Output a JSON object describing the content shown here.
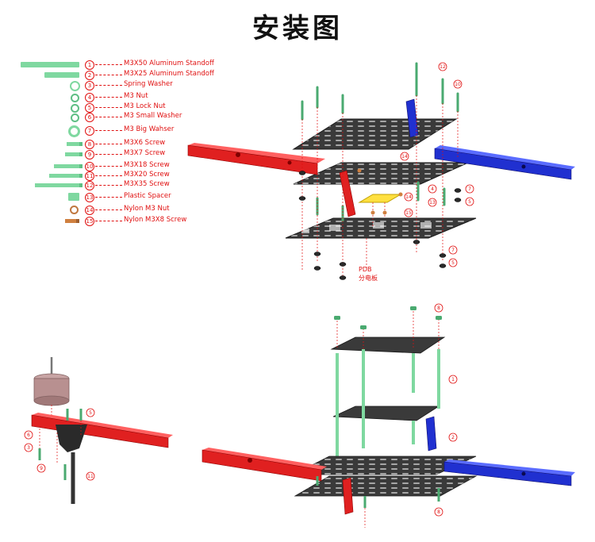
{
  "title": "安装图",
  "legend": [
    {
      "num": "1",
      "label": "M3X50 Aluminum Standoff",
      "icon": "long-standoff-icon"
    },
    {
      "num": "2",
      "label": "M3X25 Aluminum Standoff",
      "icon": "short-standoff-icon"
    },
    {
      "num": "3",
      "label": "Spring Washer",
      "icon": "spring-washer-icon"
    },
    {
      "num": "4",
      "label": "M3 Nut",
      "icon": "nut-icon"
    },
    {
      "num": "5",
      "label": "M3 Lock Nut",
      "icon": "lock-nut-icon"
    },
    {
      "num": "6",
      "label": "M3 Small Washer",
      "icon": "small-washer-icon"
    },
    {
      "num": "7",
      "label": "M3 Big Wahser",
      "icon": "big-washer-icon"
    },
    {
      "num": "8",
      "label": "M3X6 Screw",
      "icon": "screw-icon"
    },
    {
      "num": "9",
      "label": "M3X7 Screw",
      "icon": "screw-icon"
    },
    {
      "num": "10",
      "label": "M3X18 Screw",
      "icon": "screw-icon"
    },
    {
      "num": "11",
      "label": "M3X20 Screw",
      "icon": "screw-icon"
    },
    {
      "num": "12",
      "label": "M3X35 Screw",
      "icon": "screw-icon"
    },
    {
      "num": "13",
      "label": "Plastic Spacer",
      "icon": "plastic-spacer-icon"
    },
    {
      "num": "14",
      "label": "Nylon M3 Nut",
      "icon": "nylon-nut-icon"
    },
    {
      "num": "15",
      "label": "Nylon M3X8 Screw",
      "icon": "nylon-screw-icon"
    }
  ],
  "pdb": {
    "line1": "PDB",
    "line2": "分电板"
  },
  "callouts_top": [
    "12",
    "10",
    "14",
    "14",
    "15",
    "4",
    "7",
    "13",
    "5",
    "7",
    "5"
  ],
  "callouts_bottom": [
    "8",
    "1",
    "2",
    "8"
  ],
  "callouts_motor": [
    "6",
    "5",
    "3",
    "9",
    "11"
  ],
  "colors": {
    "accent": "#e01010",
    "frame": "#3a3a3a",
    "arm_red": "#e02020",
    "arm_blue": "#2030d0",
    "part_green": "#7fd8a0",
    "pdb_yellow": "#ffe040",
    "motor": "#b89090"
  }
}
